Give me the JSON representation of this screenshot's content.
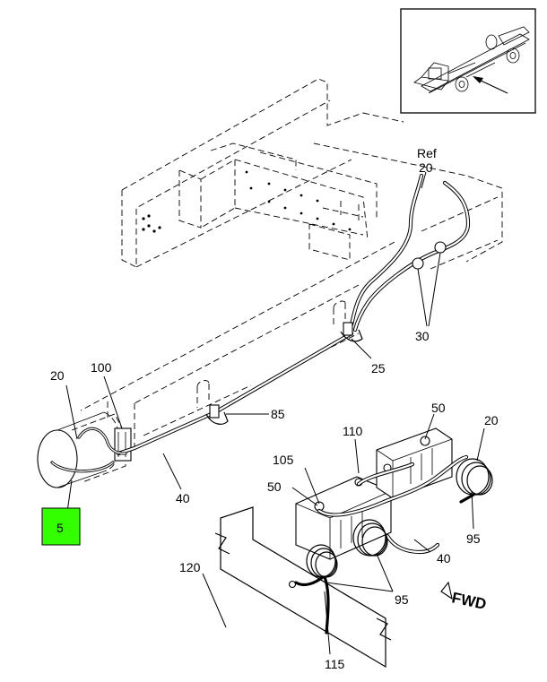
{
  "callouts": {
    "ref": "Ref",
    "c20_top": "20",
    "c30": "30",
    "c25": "25",
    "c20_left": "20",
    "c100": "100",
    "c85": "85",
    "c5": "5",
    "c40_left": "40",
    "c110": "110",
    "c50_top": "50",
    "c20_right": "20",
    "c105": "105",
    "c50_left": "50",
    "c95_right": "95",
    "c40_right": "40",
    "c120": "120",
    "c95_bottom": "95",
    "c115": "115"
  },
  "fwd_label": "FWD",
  "highlight_color": "#33ff00"
}
